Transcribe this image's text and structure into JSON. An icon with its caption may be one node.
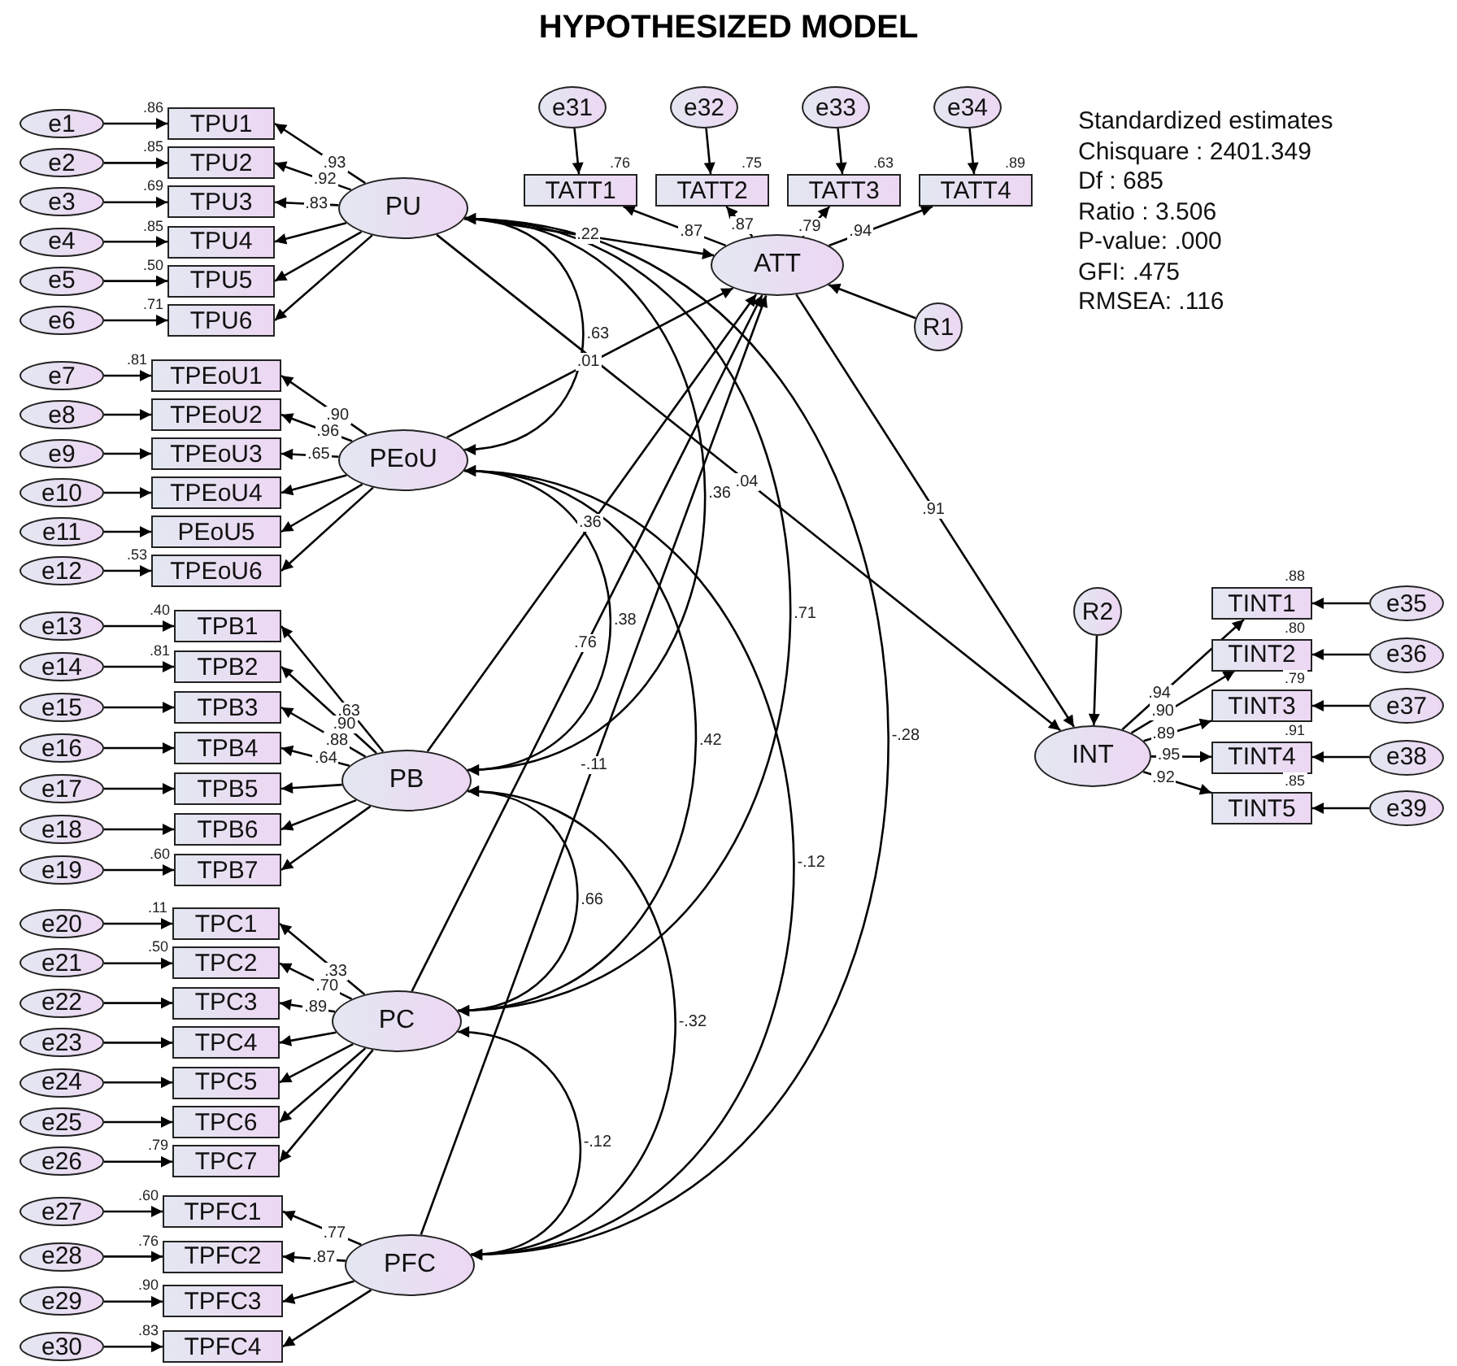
{
  "diagram": {
    "title": "HYPOTHESIZED MODEL",
    "nodes": [
      {
        "text": [
          "e1"
        ]
      },
      {
        "text": [
          "TPU1"
        ],
        "beside": [
          ".86"
        ]
      },
      {
        "text": [
          "e2"
        ]
      },
      {
        "text": [
          "TPU2"
        ],
        "beside": [
          ".85"
        ]
      },
      {
        "text": [
          "e3"
        ]
      },
      {
        "text": [
          "TPU3"
        ],
        "beside": [
          ".69"
        ]
      },
      {
        "text": [
          "e4"
        ]
      },
      {
        "text": [
          "TPU4"
        ],
        "beside": [
          ".85"
        ]
      },
      {
        "text": [
          "e5"
        ]
      },
      {
        "text": [
          "TPU5"
        ],
        "beside": [
          ".50"
        ]
      },
      {
        "text": [
          "e6"
        ]
      },
      {
        "text": [
          "TPU6"
        ],
        "beside": [
          ".71"
        ]
      },
      {
        "text": [
          "PU"
        ]
      },
      {
        "text": [
          "e7"
        ]
      },
      {
        "text": [
          "TPEoU1"
        ],
        "beside": [
          ".81"
        ]
      },
      {
        "text": [
          "e8"
        ]
      },
      {
        "text": [
          "TPEoU2"
        ]
      },
      {
        "text": [
          "e9"
        ]
      },
      {
        "text": [
          "TPEoU3"
        ]
      },
      {
        "text": [
          "e10"
        ]
      },
      {
        "text": [
          "TPEoU4"
        ]
      },
      {
        "text": [
          "e11"
        ]
      },
      {
        "text": [
          "PEoU5"
        ]
      },
      {
        "text": [
          "e12"
        ]
      },
      {
        "text": [
          "TPEoU6"
        ],
        "beside": [
          ".53"
        ]
      },
      {
        "text": [
          "PEoU"
        ]
      },
      {
        "text": [
          "e13"
        ]
      },
      {
        "text": [
          "TPB1"
        ],
        "beside": [
          ".40"
        ]
      },
      {
        "text": [
          "e14"
        ]
      },
      {
        "text": [
          "TPB2"
        ],
        "beside": [
          ".81"
        ]
      },
      {
        "text": [
          "e15"
        ]
      },
      {
        "text": [
          "TPB3"
        ]
      },
      {
        "text": [
          "e16"
        ]
      },
      {
        "text": [
          "TPB4"
        ]
      },
      {
        "text": [
          "e17"
        ]
      },
      {
        "text": [
          "TPB5"
        ]
      },
      {
        "text": [
          "e18"
        ]
      },
      {
        "text": [
          "TPB6"
        ]
      },
      {
        "text": [
          "e19"
        ]
      },
      {
        "text": [
          "TPB7"
        ],
        "beside": [
          ".60"
        ]
      },
      {
        "text": [
          "PB"
        ]
      },
      {
        "text": [
          "e20"
        ]
      },
      {
        "text": [
          "TPC1"
        ],
        "beside": [
          ".11"
        ]
      },
      {
        "text": [
          "e21"
        ]
      },
      {
        "text": [
          "TPC2"
        ],
        "beside": [
          ".50"
        ]
      },
      {
        "text": [
          "e22"
        ]
      },
      {
        "text": [
          "TPC3"
        ]
      },
      {
        "text": [
          "e23"
        ]
      },
      {
        "text": [
          "TPC4"
        ]
      },
      {
        "text": [
          "e24"
        ]
      },
      {
        "text": [
          "TPC5"
        ]
      },
      {
        "text": [
          "e25"
        ]
      },
      {
        "text": [
          "TPC6"
        ]
      },
      {
        "text": [
          "e26"
        ]
      },
      {
        "text": [
          "TPC7"
        ],
        "beside": [
          ".79"
        ]
      },
      {
        "text": [
          "PC"
        ]
      },
      {
        "text": [
          "e27"
        ]
      },
      {
        "text": [
          "TPFC1"
        ],
        "beside": [
          ".60"
        ]
      },
      {
        "text": [
          "e28"
        ]
      },
      {
        "text": [
          "TPFC2"
        ],
        "beside": [
          ".76"
        ]
      },
      {
        "text": [
          "e29"
        ]
      },
      {
        "text": [
          "TPFC3"
        ],
        "beside": [
          ".90"
        ]
      },
      {
        "text": [
          "e30"
        ]
      },
      {
        "text": [
          "TPFC4"
        ],
        "beside": [
          ".83"
        ]
      },
      {
        "text": [
          "PFC"
        ]
      },
      {
        "text": [
          "e31"
        ]
      },
      {
        "text": [
          "TATT1"
        ],
        "beside": [
          ".76"
        ]
      },
      {
        "text": [
          "e32"
        ]
      },
      {
        "text": [
          "TATT2"
        ],
        "beside": [
          ".75"
        ]
      },
      {
        "text": [
          "e33"
        ]
      },
      {
        "text": [
          "TATT3"
        ],
        "beside": [
          ".63"
        ]
      },
      {
        "text": [
          "e34"
        ]
      },
      {
        "text": [
          "TATT4"
        ],
        "beside": [
          ".89"
        ]
      },
      {
        "text": [
          "ATT"
        ]
      },
      {
        "text": [
          "R1"
        ]
      },
      {
        "text": [
          "INT"
        ]
      },
      {
        "text": [
          "R2"
        ]
      },
      {
        "text": [
          "TINT1"
        ],
        "beside": [
          ".88"
        ]
      },
      {
        "text": [
          "e35"
        ]
      },
      {
        "text": [
          "TINT2"
        ],
        "beside": [
          ".80"
        ]
      },
      {
        "text": [
          "e36"
        ]
      },
      {
        "text": [
          "TINT3"
        ],
        "beside": [
          ".79"
        ]
      },
      {
        "text": [
          "e37"
        ]
      },
      {
        "text": [
          "TINT4"
        ],
        "beside": [
          ".91"
        ]
      },
      {
        "text": [
          "e38"
        ]
      },
      {
        "text": [
          "TINT5"
        ],
        "beside": [
          ".85"
        ]
      },
      {
        "text": [
          "e39"
        ]
      }
    ],
    "edges": [
      {
        "from": 0,
        "to": 1,
        "arrow": "to"
      },
      {
        "from": 2,
        "to": 3,
        "arrow": "to"
      },
      {
        "from": 4,
        "to": 5,
        "arrow": "to"
      },
      {
        "from": 6,
        "to": 7,
        "arrow": "to"
      },
      {
        "from": 8,
        "to": 9,
        "arrow": "to"
      },
      {
        "from": 10,
        "to": 11,
        "arrow": "to"
      },
      {
        "from": 12,
        "to": 1,
        "arrow": "to",
        "label": ".93"
      },
      {
        "from": 12,
        "to": 3,
        "arrow": "to",
        "label": ".92"
      },
      {
        "from": 12,
        "to": 5,
        "arrow": "to",
        "label": ".83"
      },
      {
        "from": 12,
        "to": 7,
        "arrow": "to"
      },
      {
        "from": 12,
        "to": 9,
        "arrow": "to"
      },
      {
        "from": 12,
        "to": 11,
        "arrow": "to"
      },
      {
        "from": 13,
        "to": 14,
        "arrow": "to"
      },
      {
        "from": 15,
        "to": 16,
        "arrow": "to"
      },
      {
        "from": 17,
        "to": 18,
        "arrow": "to"
      },
      {
        "from": 19,
        "to": 20,
        "arrow": "to"
      },
      {
        "from": 21,
        "to": 22,
        "arrow": "to"
      },
      {
        "from": 23,
        "to": 24,
        "arrow": "to"
      },
      {
        "from": 25,
        "to": 14,
        "arrow": "to",
        "label": ".90"
      },
      {
        "from": 25,
        "to": 16,
        "arrow": "to",
        "label": ".96"
      },
      {
        "from": 25,
        "to": 18,
        "arrow": "to",
        "label": ".65"
      },
      {
        "from": 25,
        "to": 20,
        "arrow": "to"
      },
      {
        "from": 25,
        "to": 22,
        "arrow": "to"
      },
      {
        "from": 25,
        "to": 24,
        "arrow": "to"
      },
      {
        "from": 26,
        "to": 27,
        "arrow": "to"
      },
      {
        "from": 28,
        "to": 29,
        "arrow": "to"
      },
      {
        "from": 30,
        "to": 31,
        "arrow": "to"
      },
      {
        "from": 32,
        "to": 33,
        "arrow": "to"
      },
      {
        "from": 34,
        "to": 35,
        "arrow": "to"
      },
      {
        "from": 36,
        "to": 37,
        "arrow": "to"
      },
      {
        "from": 38,
        "to": 39,
        "arrow": "to"
      },
      {
        "from": 40,
        "to": 27,
        "arrow": "to",
        "label": ".63"
      },
      {
        "from": 40,
        "to": 29,
        "arrow": "to",
        "label": ".90"
      },
      {
        "from": 40,
        "to": 31,
        "arrow": "to",
        "label": ".88"
      },
      {
        "from": 40,
        "to": 33,
        "arrow": "to",
        "label": ".64"
      },
      {
        "from": 40,
        "to": 35,
        "arrow": "to"
      },
      {
        "from": 40,
        "to": 37,
        "arrow": "to"
      },
      {
        "from": 40,
        "to": 39,
        "arrow": "to"
      },
      {
        "from": 41,
        "to": 42,
        "arrow": "to"
      },
      {
        "from": 43,
        "to": 44,
        "arrow": "to"
      },
      {
        "from": 45,
        "to": 46,
        "arrow": "to"
      },
      {
        "from": 47,
        "to": 48,
        "arrow": "to"
      },
      {
        "from": 49,
        "to": 50,
        "arrow": "to"
      },
      {
        "from": 51,
        "to": 52,
        "arrow": "to"
      },
      {
        "from": 53,
        "to": 54,
        "arrow": "to"
      },
      {
        "from": 55,
        "to": 42,
        "arrow": "to",
        "label": ".33"
      },
      {
        "from": 55,
        "to": 44,
        "arrow": "to",
        "label": ".70"
      },
      {
        "from": 55,
        "to": 46,
        "arrow": "to",
        "label": ".89"
      },
      {
        "from": 55,
        "to": 48,
        "arrow": "to"
      },
      {
        "from": 55,
        "to": 50,
        "arrow": "to"
      },
      {
        "from": 55,
        "to": 52,
        "arrow": "to"
      },
      {
        "from": 55,
        "to": 54,
        "arrow": "to"
      },
      {
        "from": 56,
        "to": 57,
        "arrow": "to"
      },
      {
        "from": 58,
        "to": 59,
        "arrow": "to"
      },
      {
        "from": 60,
        "to": 61,
        "arrow": "to"
      },
      {
        "from": 62,
        "to": 63,
        "arrow": "to"
      },
      {
        "from": 64,
        "to": 57,
        "arrow": "to",
        "label": ".77"
      },
      {
        "from": 64,
        "to": 59,
        "arrow": "to",
        "label": ".87"
      },
      {
        "from": 64,
        "to": 61,
        "arrow": "to"
      },
      {
        "from": 64,
        "to": 63,
        "arrow": "to"
      },
      {
        "from": 65,
        "to": 66,
        "arrow": "to"
      },
      {
        "from": 67,
        "to": 68,
        "arrow": "to"
      },
      {
        "from": 69,
        "to": 70,
        "arrow": "to"
      },
      {
        "from": 71,
        "to": 72,
        "arrow": "to"
      },
      {
        "from": 73,
        "to": 66,
        "arrow": "to",
        "label": ".87"
      },
      {
        "from": 73,
        "to": 68,
        "arrow": "to",
        "label": ".87"
      },
      {
        "from": 73,
        "to": 70,
        "arrow": "to",
        "label": ".79"
      },
      {
        "from": 73,
        "to": 72,
        "arrow": "to",
        "label": ".94"
      },
      {
        "from": 74,
        "to": 73,
        "arrow": "to"
      },
      {
        "from": 12,
        "to": 73,
        "arrow": "to",
        "label": ".22"
      },
      {
        "from": 25,
        "to": 73,
        "arrow": "to",
        "label": ".01"
      },
      {
        "from": 40,
        "to": 73,
        "arrow": "to",
        "label": ".36"
      },
      {
        "from": 55,
        "to": 73,
        "arrow": "to",
        "label": ".76"
      },
      {
        "from": 64,
        "to": 73,
        "arrow": "to",
        "label": "-.11"
      },
      {
        "from": 73,
        "to": 75,
        "arrow": "to",
        "label": ".91"
      },
      {
        "from": 12,
        "to": 75,
        "arrow": "to",
        "label": ".04"
      },
      {
        "from": 76,
        "to": 75,
        "arrow": "to"
      },
      {
        "from": 75,
        "to": 77,
        "arrow": "to",
        "label": ".94"
      },
      {
        "from": 75,
        "to": 79,
        "arrow": "to",
        "label": ".90"
      },
      {
        "from": 75,
        "to": 81,
        "arrow": "to",
        "label": ".89"
      },
      {
        "from": 75,
        "to": 83,
        "arrow": "to",
        "label": ".95"
      },
      {
        "from": 75,
        "to": 85,
        "arrow": "to",
        "label": ".92"
      },
      {
        "from": 78,
        "to": 77,
        "arrow": "to"
      },
      {
        "from": 80,
        "to": 79,
        "arrow": "to"
      },
      {
        "from": 82,
        "to": 81,
        "arrow": "to"
      },
      {
        "from": 84,
        "to": 83,
        "arrow": "to"
      },
      {
        "from": 86,
        "to": 85,
        "arrow": "to"
      },
      {
        "from": 12,
        "to": 25,
        "arrow": "both",
        "label": ".63"
      },
      {
        "from": 12,
        "to": 40,
        "arrow": "both",
        "label": ".36"
      },
      {
        "from": 12,
        "to": 55,
        "arrow": "both",
        "label": ".71"
      },
      {
        "from": 12,
        "to": 64,
        "arrow": "both",
        "label": "-.28"
      },
      {
        "from": 25,
        "to": 40,
        "arrow": "both",
        "label": ".38"
      },
      {
        "from": 25,
        "to": 55,
        "arrow": "both",
        "label": ".42"
      },
      {
        "from": 25,
        "to": 64,
        "arrow": "both",
        "label": "-.12"
      },
      {
        "from": 40,
        "to": 55,
        "arrow": "both",
        "label": ".66"
      },
      {
        "from": 40,
        "to": 64,
        "arrow": "both",
        "label": "-.32"
      },
      {
        "from": 55,
        "to": 64,
        "arrow": "both",
        "label": "-.12"
      }
    ],
    "labels": [
      "Standardized estimates",
      "Chisquare : 2401.349",
      "Df : 685",
      "Ratio : 3.506",
      "P-value: .000",
      "GFI: .475",
      "RMSEA: .116"
    ]
  }
}
